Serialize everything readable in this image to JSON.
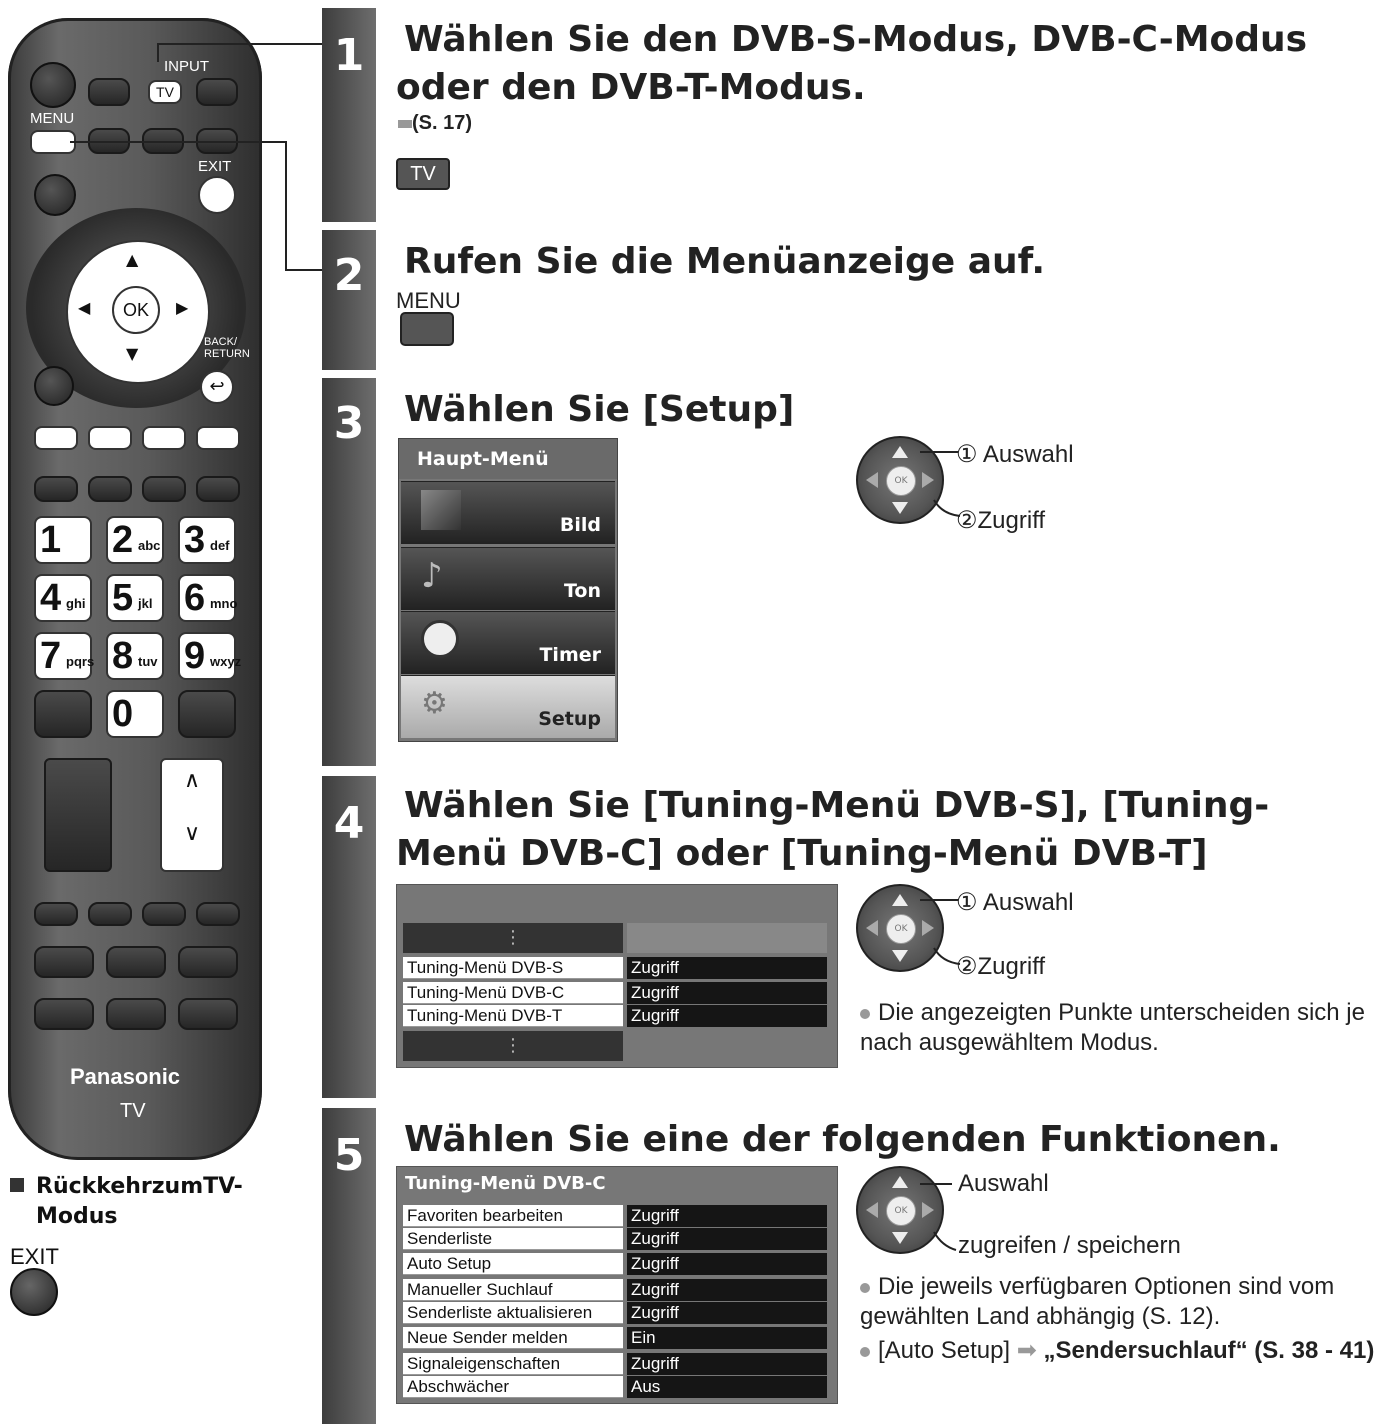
{
  "remote": {
    "brand": "Panasonic",
    "model": "TV",
    "input_label": "INPUT",
    "tv_label": "TV",
    "menu_label": "MENU",
    "exit_label": "EXIT",
    "ok_label": "OK",
    "back_label": "BACK/ RETURN",
    "numbers": [
      {
        "d": "1",
        "s": ""
      },
      {
        "d": "2",
        "s": "abc"
      },
      {
        "d": "3",
        "s": "def"
      },
      {
        "d": "4",
        "s": "ghi"
      },
      {
        "d": "5",
        "s": "jkl"
      },
      {
        "d": "6",
        "s": "mno"
      },
      {
        "d": "7",
        "s": "pqrs"
      },
      {
        "d": "8",
        "s": "tuv"
      },
      {
        "d": "9",
        "s": "wxyz"
      },
      {
        "d": "0",
        "s": ""
      }
    ]
  },
  "side": {
    "heading": "RückkehrzumTV-Modus",
    "exit_label": "EXIT"
  },
  "steps": [
    {
      "n": "1",
      "title": "Wählen Sie den DVB-S-Modus, DVB-C-Modus oder den DVB-T-Modus.",
      "ref": "(S. 17)",
      "button": "TV"
    },
    {
      "n": "2",
      "title": "Rufen Sie die Menüanzeige auf.",
      "button_label": "MENU"
    },
    {
      "n": "3",
      "title": "Wählen Sie [Setup]"
    },
    {
      "n": "4",
      "title": "Wählen Sie [Tuning-Menü DVB-S], [Tuning-Menü DVB-C] oder [Tuning-Menü DVB-T]"
    },
    {
      "n": "5",
      "title": "Wählen Sie eine der folgenden Funktionen."
    }
  ],
  "main_menu": {
    "title": "Haupt-Menü",
    "items": [
      "Bild",
      "Ton",
      "Timer",
      "Setup"
    ]
  },
  "controls": {
    "select": "① Auswahl",
    "access": "②Zugriff",
    "select_plain": "Auswahl",
    "save": "zugreifen / speichern"
  },
  "tuning_menu": {
    "rows": [
      {
        "label": "Tuning-Menü DVB-S",
        "value": "Zugriff"
      },
      {
        "label": "Tuning-Menü DVB-C",
        "value": "Zugriff"
      },
      {
        "label": "Tuning-Menü DVB-T",
        "value": "Zugriff"
      }
    ],
    "note": "Die angezeigten Punkte unterscheiden sich je nach ausgewähltem Modus."
  },
  "dvbc_menu": {
    "title": "Tuning-Menü DVB-C",
    "rows": [
      {
        "label": "Favoriten bearbeiten",
        "value": "Zugriff"
      },
      {
        "label": "Senderliste",
        "value": "Zugriff"
      },
      {
        "label": "Auto Setup",
        "value": "Zugriff"
      },
      {
        "label": "Manueller Suchlauf",
        "value": "Zugriff"
      },
      {
        "label": "Senderliste aktualisieren",
        "value": "Zugriff"
      },
      {
        "label": "Neue Sender melden",
        "value": "Ein"
      },
      {
        "label": "Signaleigenschaften",
        "value": "Zugriff"
      },
      {
        "label": "Abschwächer",
        "value": "Aus"
      }
    ],
    "note1": "Die jeweils verfügbaren Optionen sind vom gewählten Land abhängig (S. 12).",
    "note2_prefix": "[Auto Setup]",
    "note2_bold": "„Sendersuchlauf“ (S. 38 - 41)"
  }
}
